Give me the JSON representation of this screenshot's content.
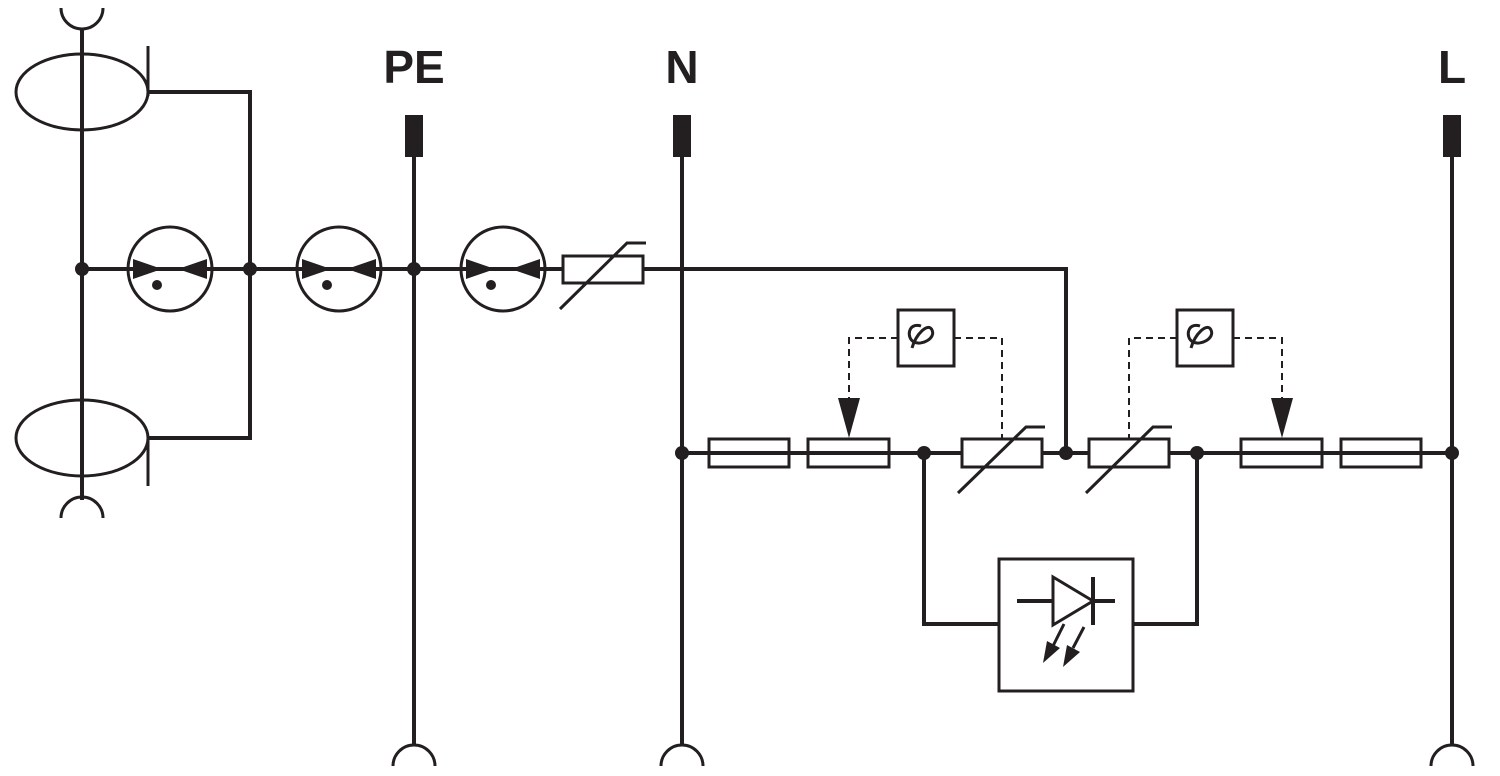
{
  "labels": {
    "pe": "PE",
    "n": "N",
    "l": "L"
  },
  "colors": {
    "line": "#231f20",
    "background": "#ffffff"
  },
  "symbols": [
    "gas-discharge-tube",
    "varistor",
    "thermal-disconnect",
    "fuse",
    "status-led-indicator",
    "terminal",
    "ring-core"
  ]
}
